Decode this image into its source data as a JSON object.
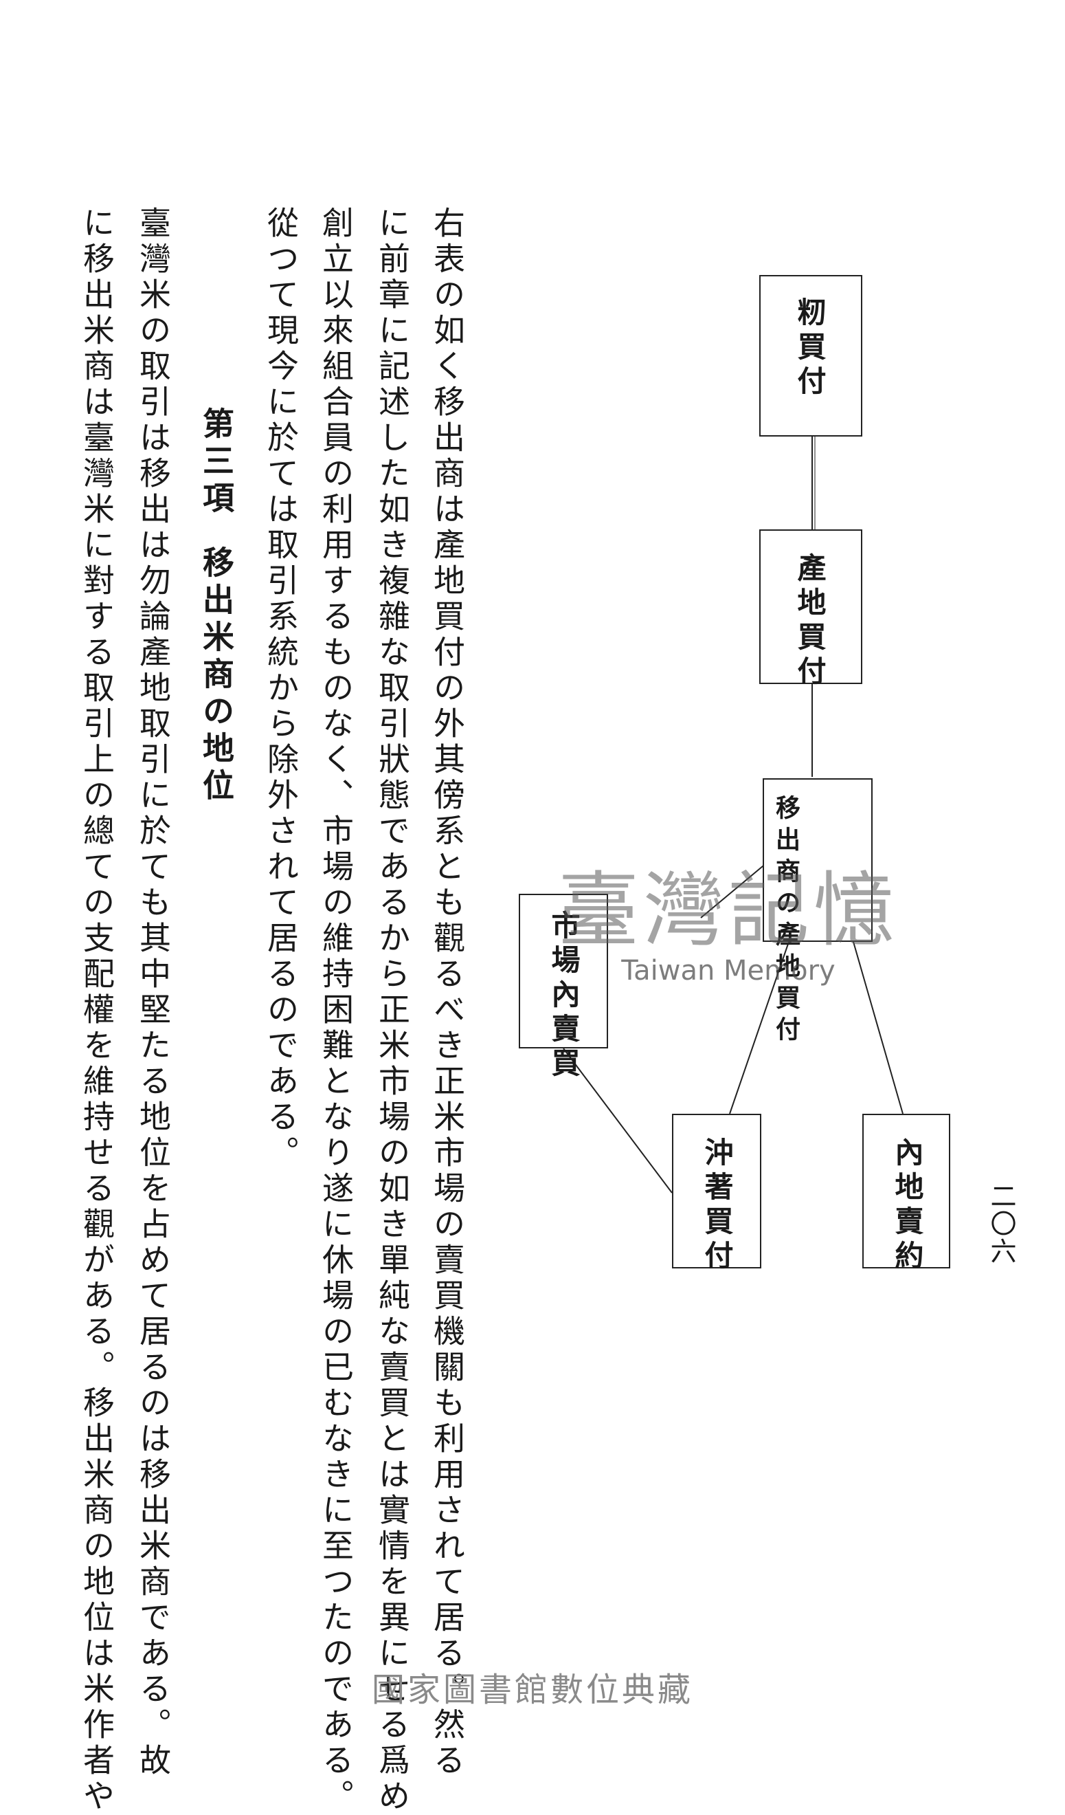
{
  "columns": [
    "右表の如く移出商は產地買付の外其傍系とも觀るべき正米市場の賣買機關も利用されて居る。然る",
    "に前章に記述した如き複雜な取引狀態であるから正米市場の如き單純な賣買とは實情を異にせる爲め",
    "創立以來組合員の利用するものなく、市場の維持困難となり遂に休場の已むなきに至つたのである。",
    "從つて現今に於ては取引系統から除外されて居るのである。"
  ],
  "heading": {
    "label": "第三項",
    "title": "移出米商の地位"
  },
  "body_columns": [
    "臺灣米の取引は移出は勿論產地取引に於ても其中堅たる地位を占めて居るのは移出米商である。故",
    "に移出米商は臺灣米に對する取引上の總ての支配權を維持せる觀がある。移出米商の地位は米作者や"
  ],
  "diagram": {
    "nodes": {
      "paddy": "籾買付",
      "origin": "產地買付",
      "exporter": "移出商の產地買付",
      "market": "市場內賣買",
      "offshore": "沖著買付",
      "domestic": "內地賣約"
    }
  },
  "page_number": "二〇六",
  "watermark": {
    "cn": "臺灣記憶",
    "en": "Taiwan Memory"
  },
  "footer": "國家圖書館數位典藏"
}
